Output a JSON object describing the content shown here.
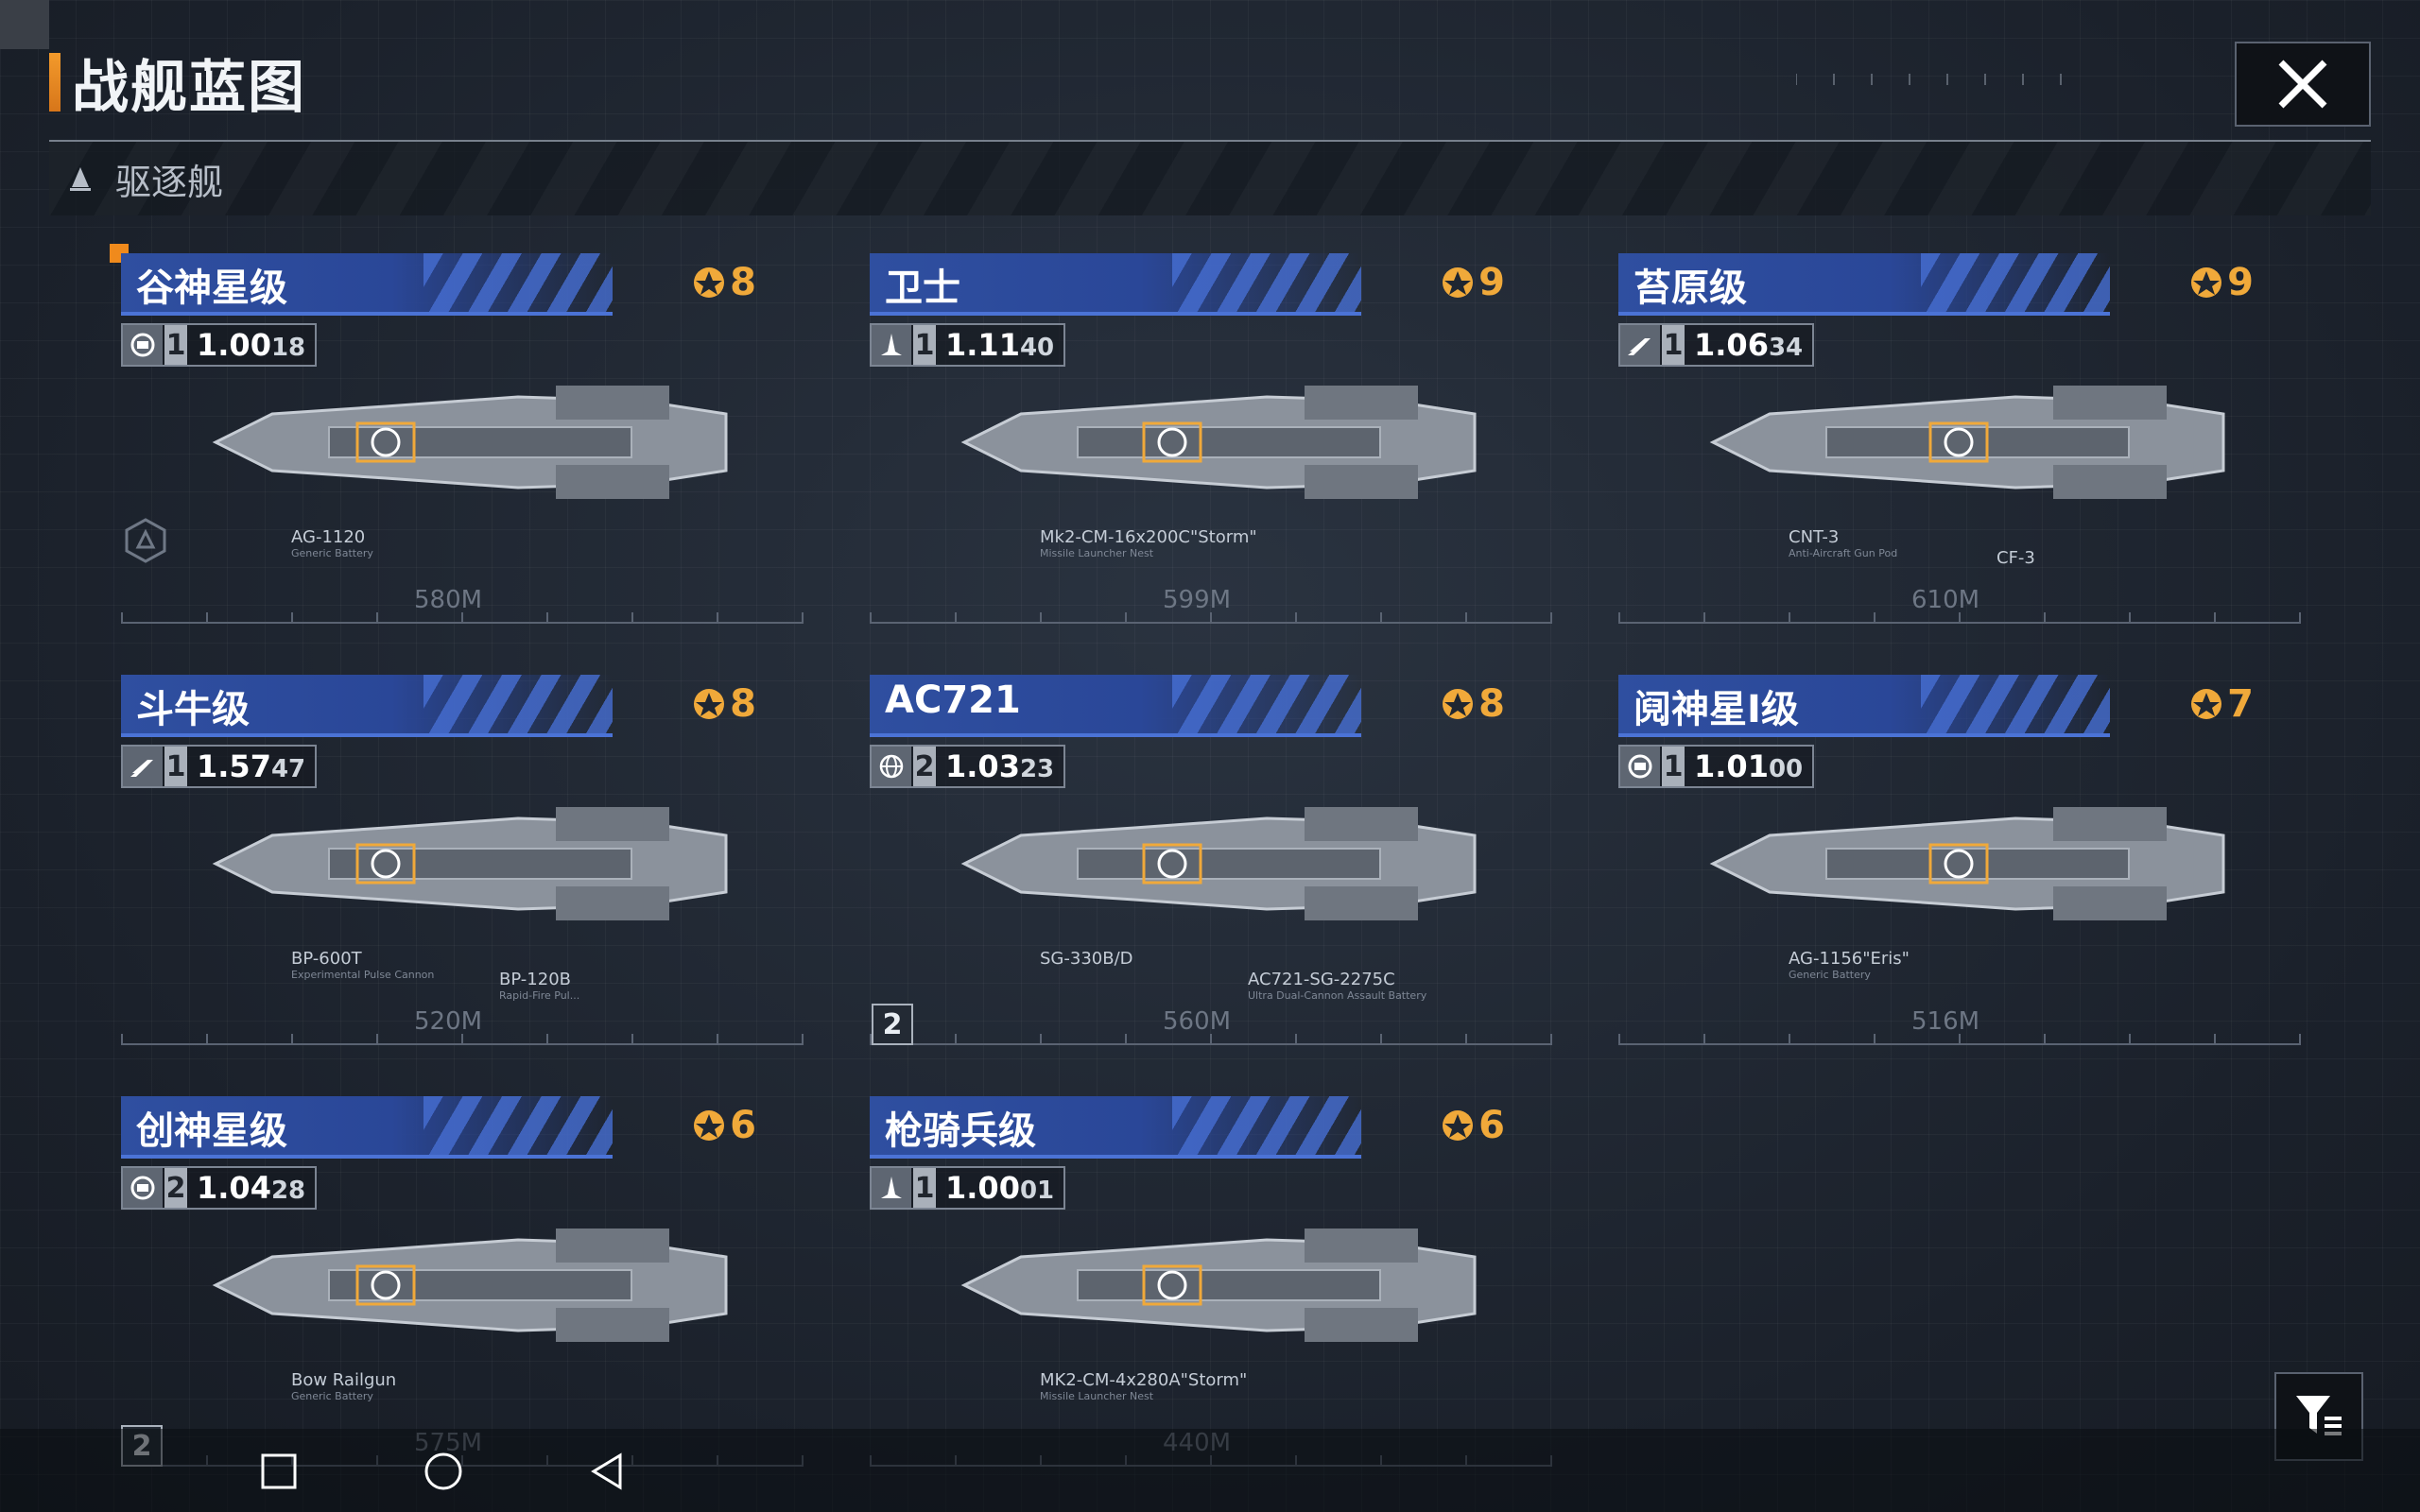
{
  "header": {
    "title": "战舰蓝图"
  },
  "category": {
    "label": "驱逐舰"
  },
  "colors": {
    "accent": "#f0a93a",
    "banner": "#2f4fa0",
    "background": "#1f2631"
  },
  "ships": [
    {
      "name": "谷神星级",
      "cost": "8",
      "stat_icon": "fleet-icon",
      "tier": "1",
      "score": "1.00",
      "score_dec": "18",
      "length": "580M",
      "weapons": [
        {
          "label": "AG-1120",
          "sub": "Generic Battery"
        }
      ]
    },
    {
      "name": "卫士",
      "cost": "9",
      "stat_icon": "fighter-icon",
      "tier": "1",
      "score": "1.11",
      "score_dec": "40",
      "length": "599M",
      "weapons": [
        {
          "label": "Mk2-CM-16x200C\"Storm\"",
          "sub": "Missile Launcher Nest"
        }
      ]
    },
    {
      "name": "苔原级",
      "cost": "9",
      "stat_icon": "speed-icon",
      "tier": "1",
      "score": "1.06",
      "score_dec": "34",
      "length": "610M",
      "weapons": [
        {
          "label": "CNT-3",
          "sub": "Anti-Aircraft Gun Pod"
        },
        {
          "label": "CF-3",
          "sub": ""
        }
      ]
    },
    {
      "name": "斗牛级",
      "cost": "8",
      "stat_icon": "speed-icon",
      "tier": "1",
      "score": "1.57",
      "score_dec": "47",
      "length": "520M",
      "weapons": [
        {
          "label": "BP-600T",
          "sub": "Experimental Pulse Cannon"
        },
        {
          "label": "BP-120B",
          "sub": "Rapid-Fire Pul..."
        }
      ]
    },
    {
      "name": "AC721",
      "cost": "8",
      "stat_icon": "globe-icon",
      "tier": "2",
      "score": "1.03",
      "score_dec": "23",
      "length": "560M",
      "weapons": [
        {
          "label": "SG-330B/D",
          "sub": ""
        },
        {
          "label": "AC721-SG-2275C",
          "sub": "Ultra Dual-Cannon Assault Battery"
        }
      ]
    },
    {
      "name": "阋神星I级",
      "cost": "7",
      "stat_icon": "fleet-icon",
      "tier": "1",
      "score": "1.01",
      "score_dec": "00",
      "length": "516M",
      "weapons": [
        {
          "label": "AG-1156\"Eris\"",
          "sub": "Generic Battery"
        }
      ]
    },
    {
      "name": "创神星级",
      "cost": "6",
      "stat_icon": "fleet-icon",
      "tier": "2",
      "score": "1.04",
      "score_dec": "28",
      "length": "575M",
      "weapons": [
        {
          "label": "Bow Railgun",
          "sub": "Generic Battery"
        }
      ]
    },
    {
      "name": "枪骑兵级",
      "cost": "6",
      "stat_icon": "fighter-icon",
      "tier": "1",
      "score": "1.00",
      "score_dec": "01",
      "length": "440M",
      "weapons": [
        {
          "label": "MK2-CM-4x280A\"Storm\"",
          "sub": "Missile Launcher Nest"
        }
      ]
    }
  ],
  "badges": {
    "ac721_variant": "2",
    "bottom_variant": "2"
  }
}
